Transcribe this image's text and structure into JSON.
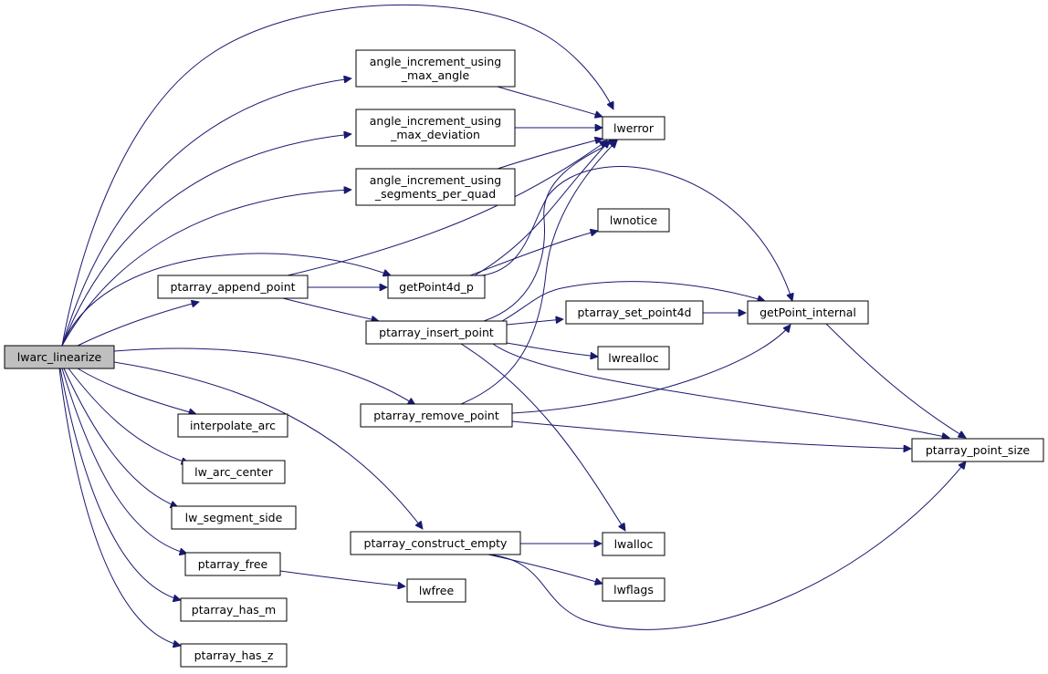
{
  "nodes": {
    "lwarc_linearize": {
      "label": [
        "lwarc_linearize"
      ],
      "is_root": true
    },
    "angle_increment_using_max_angle": {
      "label": [
        "angle_increment_using",
        "_max_angle"
      ]
    },
    "angle_increment_using_max_deviation": {
      "label": [
        "angle_increment_using",
        "_max_deviation"
      ]
    },
    "angle_increment_using_segments_per_quad": {
      "label": [
        "angle_increment_using",
        "_segments_per_quad"
      ]
    },
    "lwerror": {
      "label": [
        "lwerror"
      ]
    },
    "lwnotice": {
      "label": [
        "lwnotice"
      ]
    },
    "ptarray_append_point": {
      "label": [
        "ptarray_append_point"
      ]
    },
    "getPoint4d_p": {
      "label": [
        "getPoint4d_p"
      ]
    },
    "ptarray_insert_point": {
      "label": [
        "ptarray_insert_point"
      ]
    },
    "ptarray_set_point4d": {
      "label": [
        "ptarray_set_point4d"
      ]
    },
    "getPoint_internal": {
      "label": [
        "getPoint_internal"
      ]
    },
    "lwrealloc": {
      "label": [
        "lwrealloc"
      ]
    },
    "ptarray_remove_point": {
      "label": [
        "ptarray_remove_point"
      ]
    },
    "ptarray_point_size": {
      "label": [
        "ptarray_point_size"
      ]
    },
    "interpolate_arc": {
      "label": [
        "interpolate_arc"
      ]
    },
    "lw_arc_center": {
      "label": [
        "lw_arc_center"
      ]
    },
    "lw_segment_side": {
      "label": [
        "lw_segment_side"
      ]
    },
    "ptarray_construct_empty": {
      "label": [
        "ptarray_construct_empty"
      ]
    },
    "lwalloc": {
      "label": [
        "lwalloc"
      ]
    },
    "lwflags": {
      "label": [
        "lwflags"
      ]
    },
    "ptarray_free": {
      "label": [
        "ptarray_free"
      ]
    },
    "lwfree": {
      "label": [
        "lwfree"
      ]
    },
    "ptarray_has_m": {
      "label": [
        "ptarray_has_m"
      ]
    },
    "ptarray_has_z": {
      "label": [
        "ptarray_has_z"
      ]
    }
  },
  "edges": [
    [
      "lwarc_linearize",
      "lwerror"
    ],
    [
      "lwarc_linearize",
      "angle_increment_using_max_angle"
    ],
    [
      "lwarc_linearize",
      "angle_increment_using_max_deviation"
    ],
    [
      "lwarc_linearize",
      "angle_increment_using_segments_per_quad"
    ],
    [
      "lwarc_linearize",
      "ptarray_append_point"
    ],
    [
      "lwarc_linearize",
      "getPoint4d_p"
    ],
    [
      "lwarc_linearize",
      "ptarray_remove_point"
    ],
    [
      "lwarc_linearize",
      "interpolate_arc"
    ],
    [
      "lwarc_linearize",
      "lw_arc_center"
    ],
    [
      "lwarc_linearize",
      "lw_segment_side"
    ],
    [
      "lwarc_linearize",
      "ptarray_construct_empty"
    ],
    [
      "lwarc_linearize",
      "ptarray_free"
    ],
    [
      "lwarc_linearize",
      "ptarray_has_m"
    ],
    [
      "lwarc_linearize",
      "ptarray_has_z"
    ],
    [
      "angle_increment_using_max_angle",
      "lwerror"
    ],
    [
      "angle_increment_using_max_deviation",
      "lwerror"
    ],
    [
      "angle_increment_using_segments_per_quad",
      "lwerror"
    ],
    [
      "ptarray_append_point",
      "lwerror"
    ],
    [
      "ptarray_append_point",
      "getPoint4d_p"
    ],
    [
      "ptarray_append_point",
      "ptarray_insert_point"
    ],
    [
      "getPoint4d_p",
      "lwerror"
    ],
    [
      "getPoint4d_p",
      "lwnotice"
    ],
    [
      "getPoint4d_p",
      "getPoint_internal"
    ],
    [
      "ptarray_insert_point",
      "lwerror"
    ],
    [
      "ptarray_insert_point",
      "ptarray_set_point4d"
    ],
    [
      "ptarray_insert_point",
      "getPoint_internal"
    ],
    [
      "ptarray_insert_point",
      "lwrealloc"
    ],
    [
      "ptarray_insert_point",
      "ptarray_point_size"
    ],
    [
      "ptarray_insert_point",
      "lwalloc"
    ],
    [
      "ptarray_set_point4d",
      "getPoint_internal"
    ],
    [
      "getPoint_internal",
      "ptarray_point_size"
    ],
    [
      "ptarray_remove_point",
      "lwerror"
    ],
    [
      "ptarray_remove_point",
      "getPoint_internal"
    ],
    [
      "ptarray_remove_point",
      "ptarray_point_size"
    ],
    [
      "ptarray_construct_empty",
      "lwalloc"
    ],
    [
      "ptarray_construct_empty",
      "lwflags"
    ],
    [
      "ptarray_construct_empty",
      "ptarray_point_size"
    ],
    [
      "ptarray_free",
      "lwfree"
    ]
  ],
  "colors": {
    "edge": "#191970",
    "node_border": "#000000",
    "node_fill": "#ffffff",
    "root_fill": "#bfbfbf"
  }
}
